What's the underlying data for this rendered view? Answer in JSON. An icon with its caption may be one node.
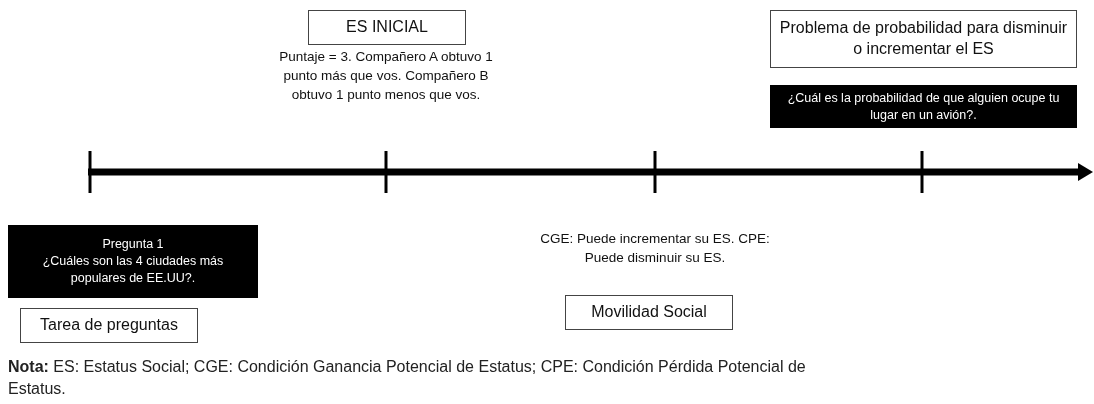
{
  "diagram": {
    "caption": "**Nota:** ES: Estatus Social; CGE: Condición Ganancia Potencial de Estatus; CPE: Condición Pérdida Potencial de Estatus.",
    "nodes": [
      {
        "text": [
          "ES INICIAL"
        ]
      },
      {
        "text": [
          "Problema de probabilidad para disminuir o incrementar el ES"
        ]
      },
      {
        "text": [
          "¿Cuál es la probabilidad de que alguien ocupe tu lugar en un avión?."
        ]
      },
      {
        "text": [
          "Pregunta 1",
          "¿Cuáles son las 4 ciudades más populares de EE.UU?."
        ]
      },
      {
        "text": [
          "Tarea de preguntas"
        ]
      },
      {
        "text": [
          "Movilidad Social"
        ]
      }
    ],
    "labels": [
      "Puntaje = 3. Compañero A obtuvo 1 punto más que vos. Compañero B obtuvo 1 punto menos que vos.",
      "CGE: Puede incrementar su ES. CPE: Puede disminuir su ES."
    ]
  }
}
